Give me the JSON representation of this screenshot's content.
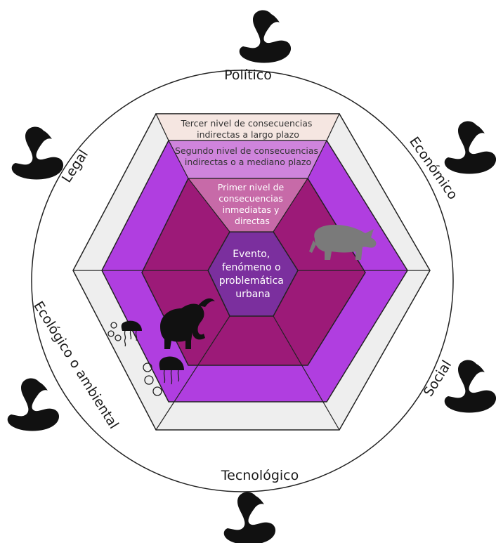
{
  "dimensions": [
    {
      "key": "politico",
      "label": "Político"
    },
    {
      "key": "economico",
      "label": "Económico"
    },
    {
      "key": "social",
      "label": "Social"
    },
    {
      "key": "tecnologico",
      "label": "Tecnológico"
    },
    {
      "key": "ecologico",
      "label": "Ecológico o ambiental"
    },
    {
      "key": "legal",
      "label": "Legal"
    }
  ],
  "levels": {
    "third": [
      "Tercer nivel de consecuencias",
      "indirectas a largo plazo"
    ],
    "second": [
      "Segundo nivel de consecuencias",
      "indirectas o a mediano plazo"
    ],
    "first": [
      "Primer nivel de",
      "consecuencias",
      "inmediatas y",
      "directas"
    ],
    "center": [
      "Evento,",
      "fenómeno o",
      "problemática",
      "urbana"
    ]
  },
  "icons": [
    "black-swan-icon",
    "gray-rhino-icon",
    "black-elephant-icon",
    "jellyfish-icon"
  ],
  "colors": {
    "outer_ring": "#eeeeee",
    "second_ring": "#b03ee0",
    "first_ring": "#9c1a78",
    "center": "#7b2f9e",
    "third_band": "#f5e6e1",
    "second_band": "#cf84dc",
    "first_band": "#c76aa8",
    "swan": "#111111",
    "rhino": "#7a7a7a"
  }
}
